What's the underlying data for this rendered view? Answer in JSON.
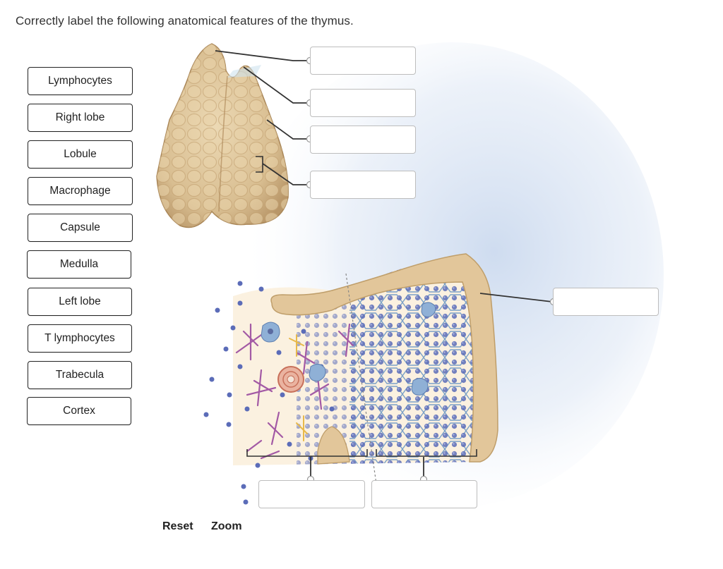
{
  "question": {
    "text": "Correctly label the following anatomical features of the thymus."
  },
  "labels": [
    "Lymphocytes",
    "Right lobe",
    "Lobule",
    "Macrophage",
    "Capsule",
    "Medulla",
    "Left lobe",
    "T lymphocytes",
    "Trabecula",
    "Cortex"
  ],
  "drop_targets": [
    "",
    "",
    "",
    "",
    "",
    "",
    ""
  ],
  "footer": {
    "reset": "Reset",
    "zoom": "Zoom"
  },
  "colors": {
    "gland": "#dcc39a",
    "cell_blue": "#5b6cb8",
    "reticular_purple": "#a35aa5",
    "capsule": "#e2c69a"
  }
}
